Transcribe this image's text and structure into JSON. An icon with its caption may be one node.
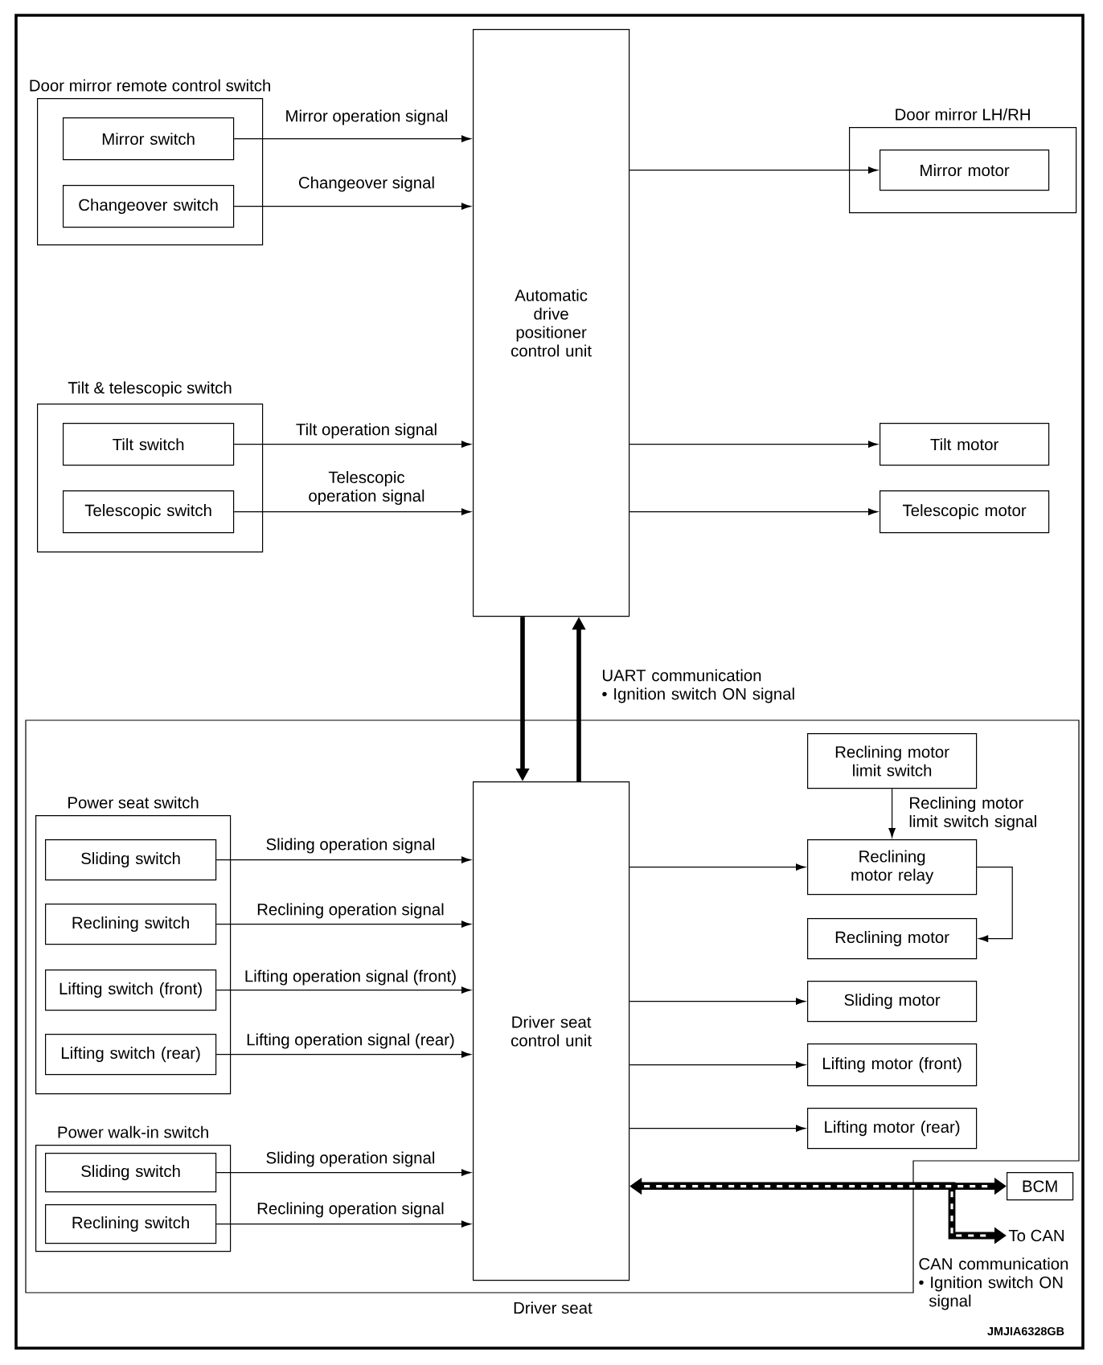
{
  "diagram": {
    "nodes": [
      {
        "text": [
          "Door mirror remote control switch"
        ]
      },
      {
        "text": [
          "Mirror switch"
        ],
        "in": 0
      },
      {
        "text": [
          "Changeover switch"
        ],
        "in": 0
      },
      {
        "text": [
          "Tilt & telescopic switch"
        ]
      },
      {
        "text": [
          "Tilt switch"
        ],
        "in": 3
      },
      {
        "text": [
          "Telescopic switch"
        ],
        "in": 3
      },
      {
        "text": [
          "Automatic drive positioner control unit"
        ]
      },
      {
        "text": [
          "Door mirror LH/RH"
        ]
      },
      {
        "text": [
          "Mirror motor"
        ],
        "in": 7
      },
      {
        "text": [
          "Tilt motor"
        ]
      },
      {
        "text": [
          "Telescopic motor"
        ]
      },
      {
        "text": [
          "Driver seat"
        ]
      },
      {
        "text": [
          "Power seat switch"
        ],
        "in": 11
      },
      {
        "text": [
          "Sliding switch"
        ],
        "in": 12
      },
      {
        "text": [
          "Reclining switch"
        ],
        "in": 12
      },
      {
        "text": [
          "Lifting switch (front)"
        ],
        "in": 12
      },
      {
        "text": [
          "Lifting switch (rear)"
        ],
        "in": 12
      },
      {
        "text": [
          "Power walk-in switch"
        ],
        "in": 11
      },
      {
        "text": [
          "Sliding switch"
        ],
        "in": 17
      },
      {
        "text": [
          "Reclining switch"
        ],
        "in": 17
      },
      {
        "text": [
          "Driver seat control unit"
        ],
        "in": 11
      },
      {
        "text": [
          "Reclining motor limit switch"
        ],
        "in": 11
      },
      {
        "text": [
          "Reclining motor relay"
        ],
        "in": 11
      },
      {
        "text": [
          "Reclining motor"
        ],
        "in": 11
      },
      {
        "text": [
          "Sliding motor"
        ],
        "in": 11
      },
      {
        "text": [
          "Lifting motor (front)"
        ],
        "in": 11
      },
      {
        "text": [
          "Lifting motor (rear)"
        ],
        "in": 11
      },
      {
        "text": [
          "BCM"
        ]
      },
      {
        "text": [
          "To CAN"
        ]
      }
    ],
    "edges": [
      {
        "from": 1,
        "to": 6,
        "arrow": "to",
        "label": "Mirror operation signal"
      },
      {
        "from": 2,
        "to": 6,
        "arrow": "to",
        "label": "Changeover signal"
      },
      {
        "from": 4,
        "to": 6,
        "arrow": "to",
        "label": "Tilt operation signal"
      },
      {
        "from": 5,
        "to": 6,
        "arrow": "to",
        "label": "Telescopic operation signal"
      },
      {
        "from": 6,
        "to": 8,
        "arrow": "to"
      },
      {
        "from": 6,
        "to": 9,
        "arrow": "to"
      },
      {
        "from": 6,
        "to": 10,
        "arrow": "to"
      },
      {
        "from": 6,
        "to": 20,
        "arrow": "to",
        "style": "thick"
      },
      {
        "from": 20,
        "to": 6,
        "arrow": "to",
        "style": "thick",
        "label": "UART communication • Ignition switch ON signal"
      },
      {
        "from": 13,
        "to": 20,
        "arrow": "to",
        "label": "Sliding operation signal"
      },
      {
        "from": 14,
        "to": 20,
        "arrow": "to",
        "label": "Reclining operation signal"
      },
      {
        "from": 15,
        "to": 20,
        "arrow": "to",
        "label": "Lifting operation signal (front)"
      },
      {
        "from": 16,
        "to": 20,
        "arrow": "to",
        "label": "Lifting operation signal (rear)"
      },
      {
        "from": 18,
        "to": 20,
        "arrow": "to",
        "label": "Sliding operation signal"
      },
      {
        "from": 19,
        "to": 20,
        "arrow": "to",
        "label": "Reclining operation signal"
      },
      {
        "from": 21,
        "to": 22,
        "arrow": "to",
        "label": "Reclining motor limit switch signal"
      },
      {
        "from": 20,
        "to": 22,
        "arrow": "to"
      },
      {
        "from": 22,
        "to": 23,
        "arrow": "to"
      },
      {
        "from": 20,
        "to": 24,
        "arrow": "to"
      },
      {
        "from": 20,
        "to": 25,
        "arrow": "to"
      },
      {
        "from": 20,
        "to": 26,
        "arrow": "to"
      },
      {
        "from": 20,
        "to": 27,
        "arrow": "both",
        "style": "thick"
      },
      {
        "from": 20,
        "to": 28,
        "arrow": "to",
        "style": "thick",
        "label": "CAN communication • Ignition switch ON signal"
      }
    ],
    "labels": [
      "JMJIA6328GB"
    ]
  }
}
